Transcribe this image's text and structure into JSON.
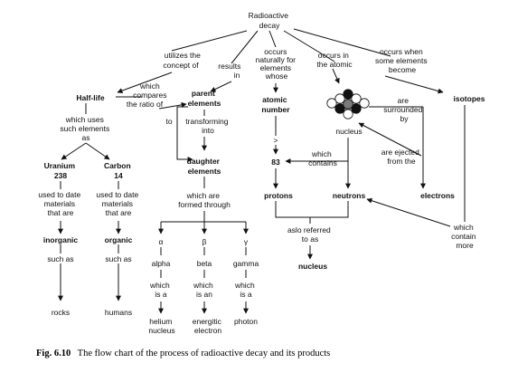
{
  "nodes": {
    "root": [
      "Radioactive",
      "decay"
    ],
    "half_life": "Half-life",
    "parent": [
      "parent",
      "elements"
    ],
    "atomic_number": [
      "atomic",
      "number"
    ],
    "isotopes": "isotopes",
    "uranium": [
      "Uranium",
      "238"
    ],
    "carbon": [
      "Carbon",
      "14"
    ],
    "daughter": [
      "daughter",
      "elements"
    ],
    "nucleus_atom": "nucleus",
    "num_83": "83",
    "protons": "protons",
    "neutrons": "neutrons",
    "electrons": "electrons",
    "inorganic": "inorganic",
    "organic": "organic",
    "alpha_sym": "α",
    "beta_sym": "β",
    "gamma_sym": "γ",
    "alpha": "alpha",
    "beta": "beta",
    "gamma": "gamma",
    "rocks": "rocks",
    "humans": "humans",
    "helium_nucleus": [
      "helium",
      "nucleus"
    ],
    "energetic_electron": [
      "energitic",
      "electron"
    ],
    "photon": "photon",
    "nucleus_final": "nucleus",
    "gt": ">"
  },
  "links": {
    "utilizes": [
      "utilizes the",
      "concept of"
    ],
    "results_in": [
      "results",
      "in"
    ],
    "occurs_naturally": [
      "occurs",
      "naturally for",
      "elements",
      "whose"
    ],
    "occurs_atomic": [
      "occurs in",
      "the atomic"
    ],
    "occurs_when": [
      "occurs when",
      "some elements",
      "become"
    ],
    "which_compares": [
      "which",
      "compares",
      "the ratio of"
    ],
    "which_uses": [
      "which uses",
      "such elements",
      "as"
    ],
    "to": "to",
    "transforming": [
      "transforming",
      "into"
    ],
    "are_surrounded": [
      "are",
      "surrounded",
      "by"
    ],
    "which_contains": [
      "which",
      "contains"
    ],
    "are_ejected": [
      "are ejected",
      "from the"
    ],
    "used_to_date_1": [
      "used to date",
      "materials",
      "that are"
    ],
    "used_to_date_2": [
      "used to date",
      "materials",
      "that are"
    ],
    "formed_through": [
      "which are",
      "formed through"
    ],
    "aslo_referred": [
      "aslo referred",
      "to as"
    ],
    "which_contain_more": [
      "which",
      "contain",
      "more"
    ],
    "such_as_1": "such as",
    "such_as_2": "such as",
    "which_is_a_1": [
      "which",
      "is a"
    ],
    "which_is_an": [
      "which",
      "is an"
    ],
    "which_is_a_2": [
      "which",
      "is a"
    ]
  },
  "caption": {
    "label": "Fig. 6.10",
    "text": "The flow chart of the process of radioactive decay and its products"
  },
  "colors": {
    "atom_dark": "#111111",
    "atom_grey": "#7a7a7a",
    "atom_light": "#ffffff"
  }
}
